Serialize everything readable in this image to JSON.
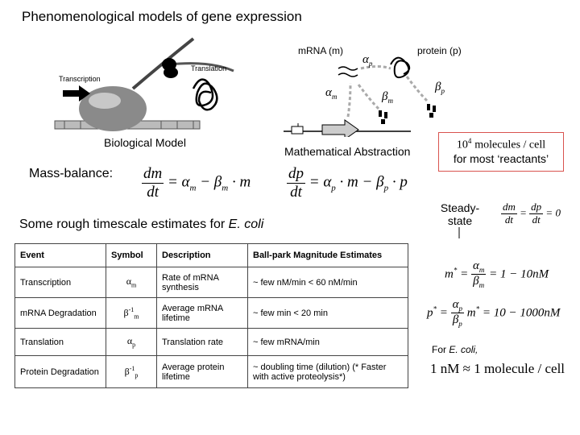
{
  "title": "Phenomenological models of gene expression",
  "bio": {
    "transcription": "Transcription",
    "translation": "Translation",
    "caption": "Biological Model"
  },
  "math": {
    "mrna": "mRNA (m)",
    "protein": "protein (p)",
    "caption": "Mathematical Abstraction",
    "alpha_m": "α",
    "alpha_m_sub": "m",
    "alpha_p": "α",
    "alpha_p_sub": "p",
    "beta_m": "β",
    "beta_m_sub": "m",
    "beta_p": "β",
    "beta_p_sub": "p"
  },
  "note": {
    "line1_glyph": "",
    "line1_value": "10",
    "line1_exp": "4",
    "line1_unit": "molecules / cell",
    "line2": "for most ‘reactants’"
  },
  "mass_balance": {
    "label": "Mass-balance:",
    "eq1": {
      "num": "dm",
      "den": "dt",
      "rhs": "= α",
      "rhs_sub1": "m",
      "rhs_mid": " − β",
      "rhs_sub2": "m",
      "rhs_end": " · m"
    },
    "eq2": {
      "num": "dp",
      "den": "dt",
      "rhs": "= α",
      "rhs_sub1": "p",
      "rhs_mid": " · m − β",
      "rhs_sub2": "p",
      "rhs_end": " · p"
    }
  },
  "timescale": {
    "text": "Some rough timescale estimates for ",
    "italic": "E. coli"
  },
  "table": {
    "headers": [
      "Event",
      "Symbol",
      "Description",
      "Ball-park Magnitude Estimates"
    ],
    "rows": [
      {
        "event": "Transcription",
        "sym": "α",
        "sym_sup": "",
        "sym_sub": "m",
        "desc": "Rate of mRNA synthesis",
        "est": "~ few nM/min < 60 nM/min"
      },
      {
        "event": "mRNA Degradation",
        "sym": "β",
        "sym_sup": "-1",
        "sym_sub": "m",
        "desc": "Average mRNA lifetime",
        "est": "~ few min < 20 min"
      },
      {
        "event": "Translation",
        "sym": "α",
        "sym_sup": "",
        "sym_sub": "p",
        "desc": "Translation rate",
        "est": "~ few mRNA/min"
      },
      {
        "event": "Protein Degradation",
        "sym": "β",
        "sym_sup": "-1",
        "sym_sub": "p",
        "desc": "Average protein lifetime",
        "est": "~ doubling time (dilution) (* Faster with active proteolysis*)"
      }
    ]
  },
  "steady": {
    "label1": "Steady-",
    "label2": "state",
    "eq": {
      "n1": "dm",
      "d1": "dt",
      "n2": "dp",
      "d2": "dt",
      "rhs": "= 0"
    },
    "m_star": {
      "lhs": "m",
      "star": "*",
      "num": "α",
      "num_sub": "m",
      "den": "β",
      "den_sub": "m",
      "rhs": "= 1 − 10",
      "unit": "nM"
    },
    "p_star": {
      "lhs": "p",
      "star": "*",
      "num": "α",
      "num_sub": "p",
      "den": "β",
      "den_sub": "p",
      "mid": "m",
      "rhs": "= 10 − 1000",
      "unit": "nM"
    }
  },
  "ecoli": {
    "for": "For ",
    "italic": "E. coli,",
    "lhs": "1 nM",
    "approx": "≈",
    "rhs": "1 molecule / cell"
  }
}
